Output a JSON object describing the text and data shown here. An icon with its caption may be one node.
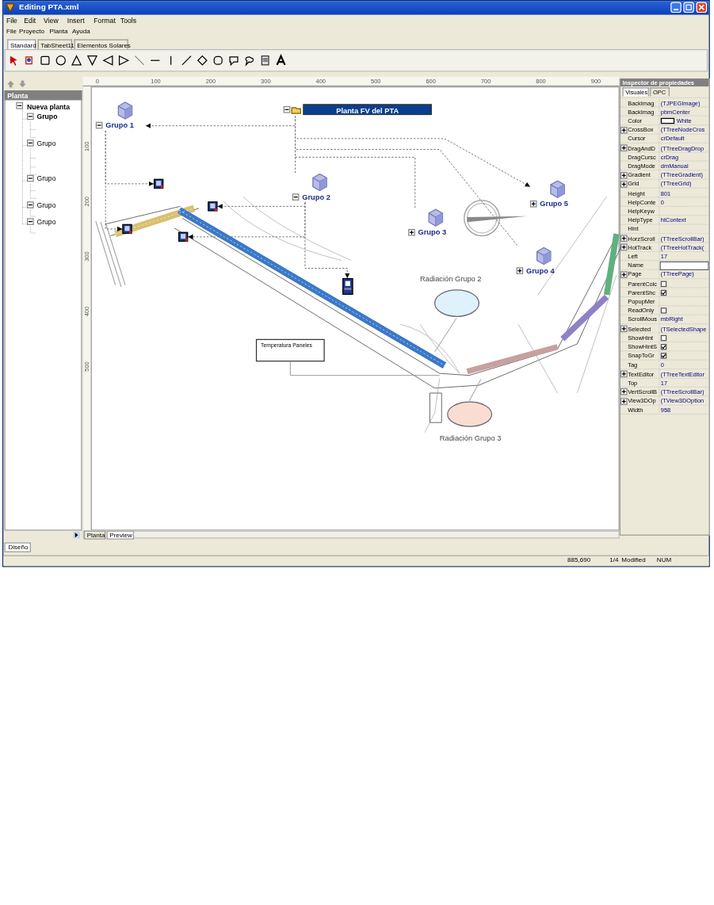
{
  "diagram": {
    "nodes": [
      {
        "text": [
          "Planta FV del PTA"
        ]
      },
      {
        "text": [
          "Grupo 1"
        ]
      },
      {
        "text": [],
        "shape": "picture"
      },
      {
        "text": [
          "Grupo 5"
        ]
      },
      {
        "text": [
          "Grupo 2"
        ]
      },
      {
        "text": [],
        "shape": "picture"
      },
      {
        "text": [
          "Grupo 3"
        ]
      },
      {
        "text": [],
        "shape": "picture"
      },
      {
        "text": [],
        "shape": "picture"
      },
      {
        "text": [
          "Grupo 4"
        ]
      },
      {
        "text": [],
        "shape": "picture"
      },
      {
        "text": [
          "Radiación Grupo 2"
        ]
      },
      {
        "text": [
          "Temperatura Paneles"
        ]
      },
      {
        "text": [
          "Radiación Grupo 3"
        ]
      }
    ],
    "edges": [
      {
        "from": 0,
        "to": 1,
        "arrow": "to",
        "style": "dashed"
      },
      {
        "from": 0,
        "to": 4,
        "arrow": "none",
        "style": "dashed"
      },
      {
        "from": 0,
        "to": 6,
        "arrow": "none",
        "style": "dashed"
      },
      {
        "from": 0,
        "to": 3,
        "arrow": "to",
        "style": "dashed"
      },
      {
        "from": 0,
        "to": 9,
        "arrow": "none",
        "style": "dashed"
      },
      {
        "from": 1,
        "to": 2,
        "arrow": "to",
        "style": "dashed"
      },
      {
        "from": 1,
        "to": 7,
        "arrow": "to",
        "style": "dashed"
      },
      {
        "from": 4,
        "to": 5,
        "arrow": "to",
        "style": "dashed"
      },
      {
        "from": 4,
        "to": 8,
        "arrow": "to",
        "style": "dashed"
      },
      {
        "from": 4,
        "to": 10,
        "arrow": "to",
        "style": "dashed"
      },
      {
        "from": 11,
        "to": null,
        "arrow": "none"
      },
      {
        "from": 12,
        "to": null,
        "arrow": "none"
      },
      {
        "from": 13,
        "to": null,
        "arrow": "none"
      }
    ],
    "labels": [
      "Editing PTA.xml",
      "File",
      "Edit",
      "View",
      "Insert",
      "Format",
      "Tools",
      "File",
      "Proyecto",
      "Planta",
      "Ayuda",
      "Standard",
      "TabSheet11",
      "Elementos Solares",
      "0",
      "100",
      "200",
      "300",
      "400",
      "500",
      "600",
      "700",
      "800",
      "900",
      "Planta",
      "Nueva planta",
      "Grupo",
      "Grupo",
      "Grupo",
      "Grupo",
      "Grupo",
      "100",
      "200",
      "300",
      "400",
      "500",
      "Inspector de propiedades",
      "Visuales",
      "OPC",
      "BackImag",
      "(TJPEGImage)",
      "BackImag",
      "pbmCenter",
      "Color",
      "White",
      "CrossBox",
      "(TTreeNodeCros",
      "Cursor",
      "crDefault",
      "DragAndD",
      "(TTreeDragDrop",
      "DragCursc",
      "crDrag",
      "DragMode",
      "dmManual",
      "Gradient",
      "(TTreeGradient)",
      "Grid",
      "(TTreeGrid)",
      "Height",
      "801",
      "HelpConte",
      "0",
      "HelpKeyw",
      "HelpType",
      "htContext",
      "Hint",
      "HorzScroll",
      "(TTreeScrollBar)",
      "HotTrack",
      "(TTreeHotTrack(",
      "Left",
      "17",
      "Name",
      "Page",
      "(TTreePage)",
      "ParentColc",
      "ParentShc",
      "PopupMer",
      "ReadOnly",
      "ScrollMous",
      "mbRight",
      "Selected",
      "(TSelectedShape",
      "ShowHint",
      "ShowHintS",
      "SnapToGr",
      "Tag",
      "0",
      "TextEditor",
      "(TTreeTextEditor",
      "Top",
      "17",
      "VertScrollB",
      "(TTreeScrollBar)",
      "View3DOp",
      "(TView3DOption",
      "Width",
      "958",
      "Planta",
      "Preview",
      "Diseño",
      "885,690",
      "1/4",
      "Modified",
      "NUM"
    ]
  }
}
